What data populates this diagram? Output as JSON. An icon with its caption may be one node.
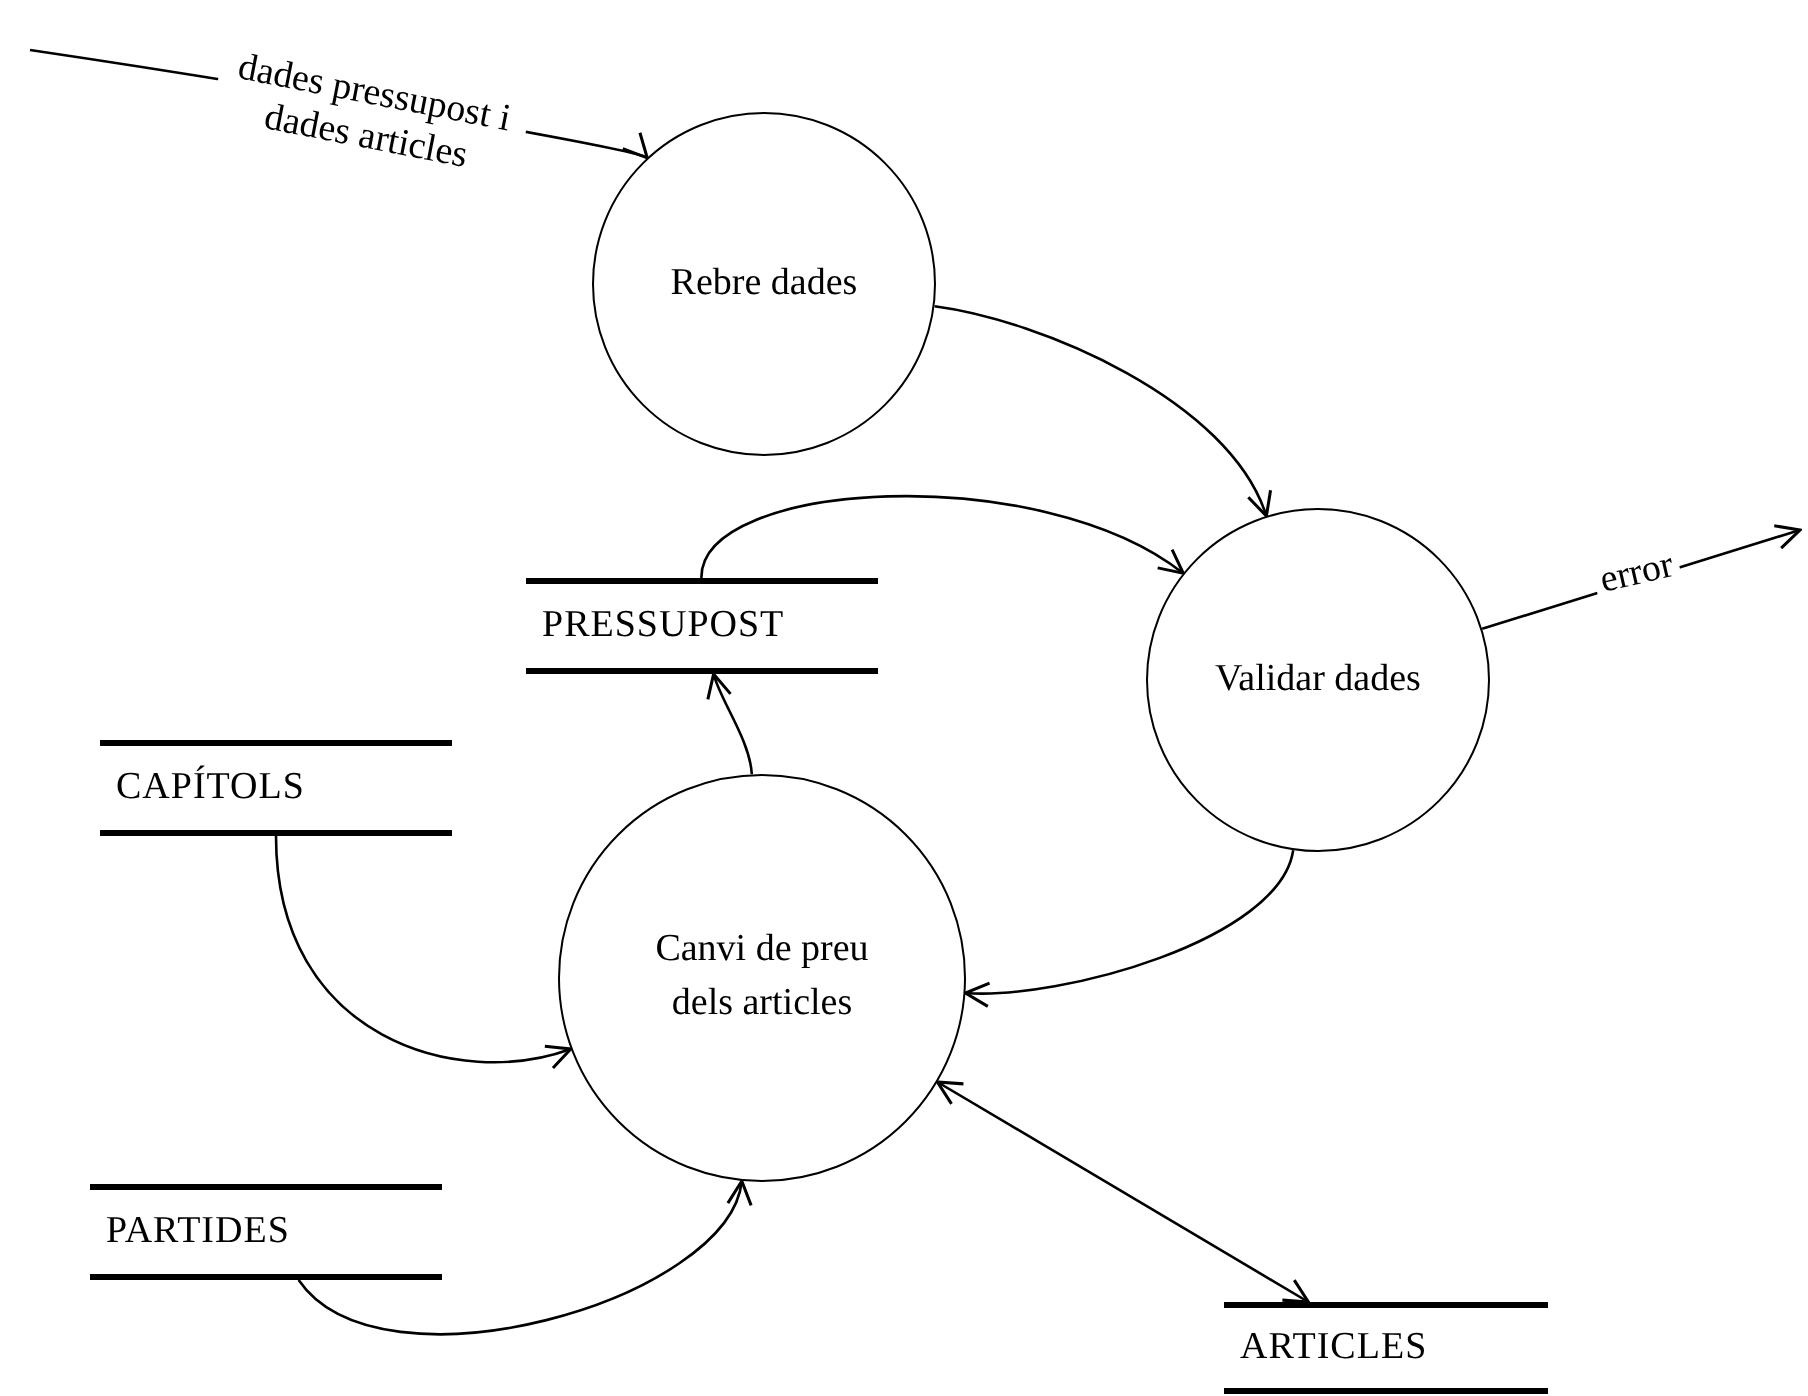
{
  "diagram": {
    "nodes": [
      {
        "text": [
          "Rebre dades"
        ]
      },
      {
        "text": [
          "Validar dades"
        ]
      },
      {
        "text": [
          "PRESSUPOST"
        ]
      },
      {
        "text": [
          "CAPÍTOLS"
        ]
      },
      {
        "text": [
          "Canvi de preu dels articles"
        ]
      },
      {
        "text": [
          "PARTIDES"
        ]
      },
      {
        "text": [
          "ARTICLES"
        ]
      }
    ],
    "edges": [
      {
        "from": null,
        "to": 0,
        "arrow": "to",
        "label": "dades pressupost i dades articles"
      },
      {
        "from": 0,
        "to": 1,
        "arrow": "to"
      },
      {
        "from": 2,
        "to": 1,
        "arrow": "to"
      },
      {
        "from": 1,
        "to": null,
        "arrow": "to",
        "label": "error"
      },
      {
        "from": 1,
        "to": 4,
        "arrow": "to"
      },
      {
        "from": 4,
        "to": 2,
        "arrow": "to"
      },
      {
        "from": 3,
        "to": 4,
        "arrow": "to"
      },
      {
        "from": 5,
        "to": 4,
        "arrow": "to"
      },
      {
        "from": 4,
        "to": 6,
        "arrow": "both"
      }
    ]
  }
}
